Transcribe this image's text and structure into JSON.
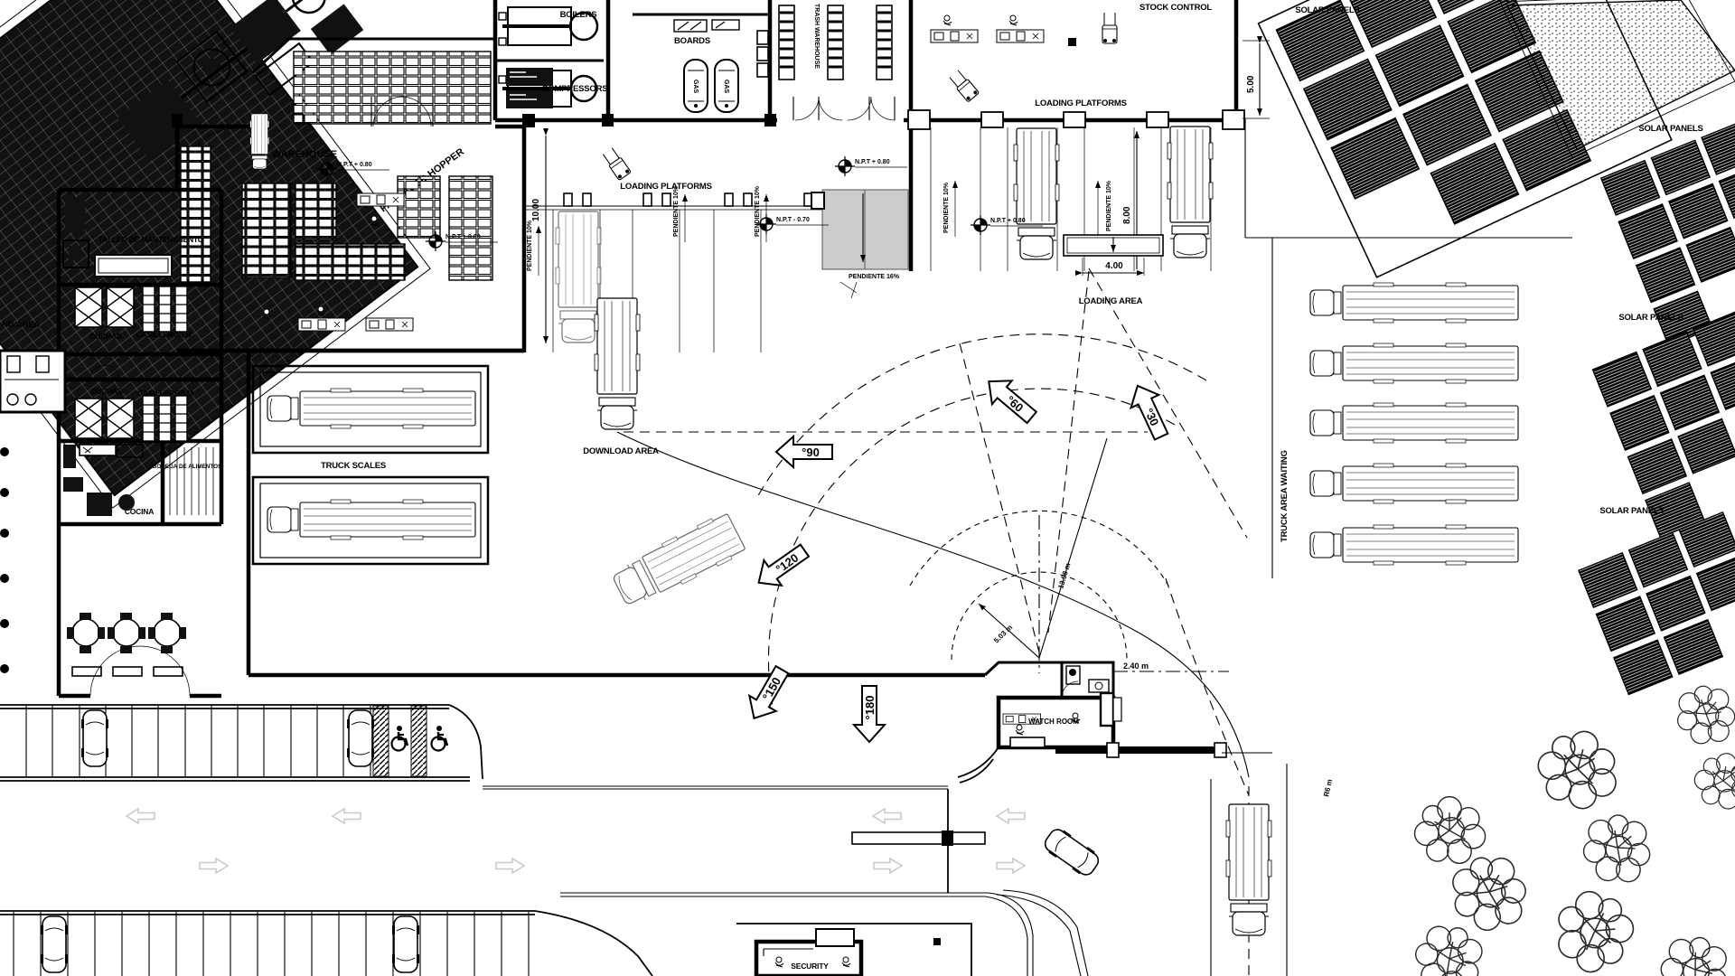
{
  "plan": {
    "rooms": {
      "boilers": "BOILERS",
      "compressors": "COMPRESSORS",
      "boards": "BOARDS",
      "trash_warehouse": "TRASH WAREHOUSE",
      "stock_control": "STOCK CONTROL",
      "warehouse": "WAREHOUSE",
      "taller": "TALLER DE MANTENIMIENTO",
      "duchas": "DUCHAS",
      "casilleros_h": "CASILLEROS H",
      "casilleros_m": "CASILLEROS M",
      "bodega": "BODEGA DE ALIMENTOS",
      "cocina": "COCINA",
      "watch_room": "WATCH ROOM",
      "security": "SECURITY"
    },
    "areas": {
      "packaged_hopper": "PACKAGED HOPPER",
      "loading_platforms": "LOADING PLATFORMS",
      "loading_area": "LOADING AREA",
      "download_area": "DOWNLOAD AREA",
      "truck_scales": "TRUCK SCALES",
      "truck_area_waiting": "TRUCK AREA WAITING",
      "solar_panels": "SOLAR PANELS",
      "parking_area_partial": "NG AREA"
    },
    "dimensions": {
      "dock_depth_left": "10.00",
      "dock_depth_right": "8.00",
      "stock_offset": "5.00",
      "platform_width": "4.00",
      "radius_small": "5.03 m",
      "radius_large": "13.98 m",
      "gate_width": "2.40 m",
      "curb_radius": "R6 m"
    },
    "slopes": {
      "ramp10": "PENDIENTE 10%",
      "ramp16": "PENDIENTE 16%"
    },
    "levels": {
      "npt_plus": "N.P.T + 0.80",
      "npt_minus": "N.P.T - 0.70"
    },
    "angles": {
      "a30": "°30",
      "a60": "°60",
      "a90": "°90",
      "a120": "°120",
      "a150": "°150",
      "a180": "°180"
    },
    "tank_label": "GAS",
    "colors": {
      "ink": "#000000",
      "ramp_fill": "#cccccc",
      "lane_arrow": "#c9c9c9",
      "paper": "#ffffff"
    }
  }
}
